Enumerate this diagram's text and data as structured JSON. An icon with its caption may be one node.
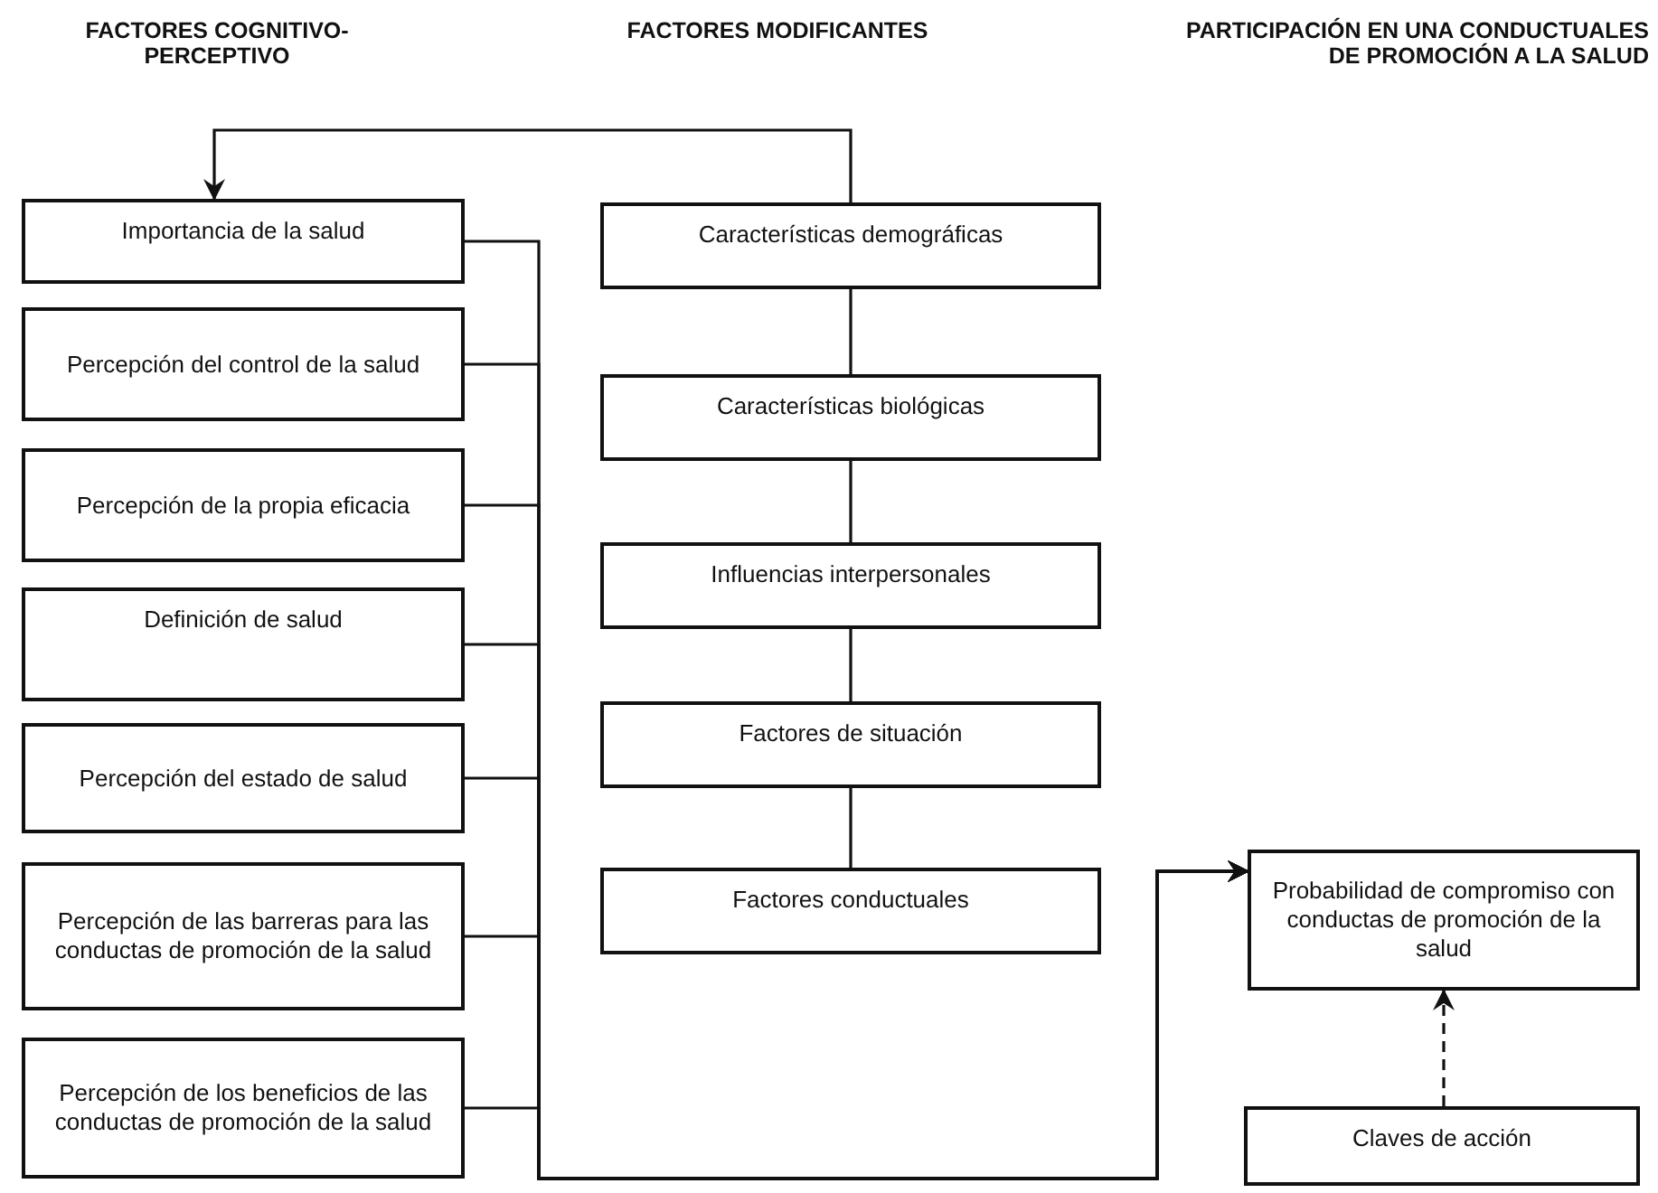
{
  "diagram": {
    "nodes": [
      {
        "text": [
          "Importancia de la salud"
        ]
      },
      {
        "text": [
          "Percepción del control de la salud"
        ]
      },
      {
        "text": [
          "Percepción de la propia eficacia"
        ]
      },
      {
        "text": [
          "Definición de salud"
        ]
      },
      {
        "text": [
          "Percepción del estado de salud"
        ]
      },
      {
        "text": [
          "Percepción de las barreras para las conductas de promoción de la salud"
        ]
      },
      {
        "text": [
          "Percepción de los beneficios de las conductas de promoción de la salud"
        ]
      },
      {
        "text": [
          "Características demográficas"
        ]
      },
      {
        "text": [
          "Características biológicas"
        ]
      },
      {
        "text": [
          "Influencias interpersonales"
        ]
      },
      {
        "text": [
          "Factores de situación"
        ]
      },
      {
        "text": [
          "Factores conductuales"
        ]
      },
      {
        "text": [
          "Probabilidad de compromiso con conductas de promoción de la salud"
        ]
      },
      {
        "text": [
          "Claves de acción"
        ]
      }
    ],
    "edges": [
      {
        "from": 0,
        "to": 12,
        "arrow": "to"
      },
      {
        "from": 1,
        "to": 12,
        "arrow": "to"
      },
      {
        "from": 2,
        "to": 12,
        "arrow": "to"
      },
      {
        "from": 3,
        "to": 12,
        "arrow": "to"
      },
      {
        "from": 4,
        "to": 12,
        "arrow": "to"
      },
      {
        "from": 5,
        "to": 12,
        "arrow": "to"
      },
      {
        "from": 6,
        "to": 12,
        "arrow": "to"
      },
      {
        "from": 7,
        "to": 0,
        "arrow": "to"
      },
      {
        "from": 7,
        "to": 8,
        "arrow": "none"
      },
      {
        "from": 8,
        "to": 9,
        "arrow": "none"
      },
      {
        "from": 9,
        "to": 10,
        "arrow": "none"
      },
      {
        "from": 10,
        "to": 11,
        "arrow": "none"
      },
      {
        "from": 13,
        "to": 12,
        "arrow": "to",
        "style": "dashed"
      }
    ],
    "labels": [
      "FACTORES COGNITIVO-PERCEPTIVO",
      "FACTORES MODIFICANTES",
      "PARTICIPACIÓN EN UNA CONDUCTUALES DE PROMOCIÓN A LA SALUD"
    ]
  }
}
